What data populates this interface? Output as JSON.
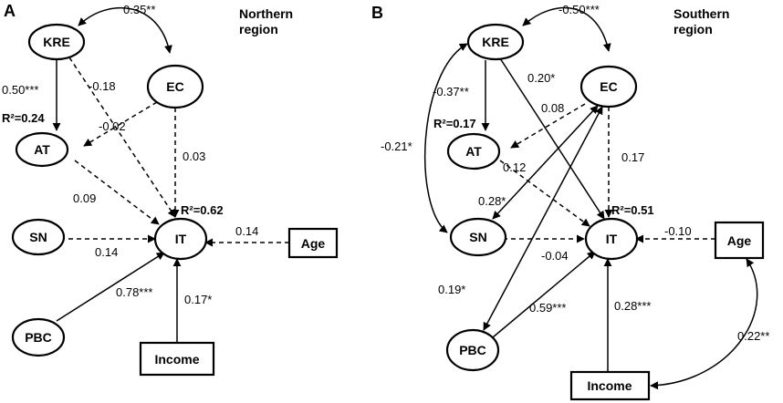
{
  "panel_a": {
    "letter": "A",
    "region": [
      "Northern",
      "region"
    ],
    "nodes": {
      "kre": "KRE",
      "ec": "EC",
      "at": "AT",
      "sn": "SN",
      "it": "IT",
      "pbc": "PBC",
      "age": "Age",
      "income": "Income"
    },
    "r2_at": "R²=0.24",
    "r2_it": "R²=0.62",
    "paths": {
      "kre_ec": "0.35**",
      "kre_at": "0.50***",
      "kre_it": "-0.18",
      "ec_at": "-0.02",
      "ec_it": "0.03",
      "at_it": "0.09",
      "sn_it": "0.14",
      "pbc_it": "0.78***",
      "income_it": "0.17*",
      "age_it": "0.14"
    }
  },
  "panel_b": {
    "letter": "B",
    "region": [
      "Southern",
      "region"
    ],
    "nodes": {
      "kre": "KRE",
      "ec": "EC",
      "at": "AT",
      "sn": "SN",
      "it": "IT",
      "pbc": "PBC",
      "age": "Age",
      "income": "Income"
    },
    "r2_at": "R²=0.17",
    "r2_it": "R²=0.51",
    "paths": {
      "kre_ec": "-0.50***",
      "kre_at": "-0.37**",
      "kre_it": "0.20*",
      "kre_sn": "-0.21*",
      "ec_at": "0.08",
      "ec_it": "0.17",
      "ec_sn": "0.28*",
      "ec_pbc": "0.19*",
      "at_it": "0.12",
      "sn_it": "-0.04",
      "pbc_it": "0.59***",
      "income_it": "0.28***",
      "age_it": "-0.10",
      "age_income": "0.22**"
    }
  }
}
